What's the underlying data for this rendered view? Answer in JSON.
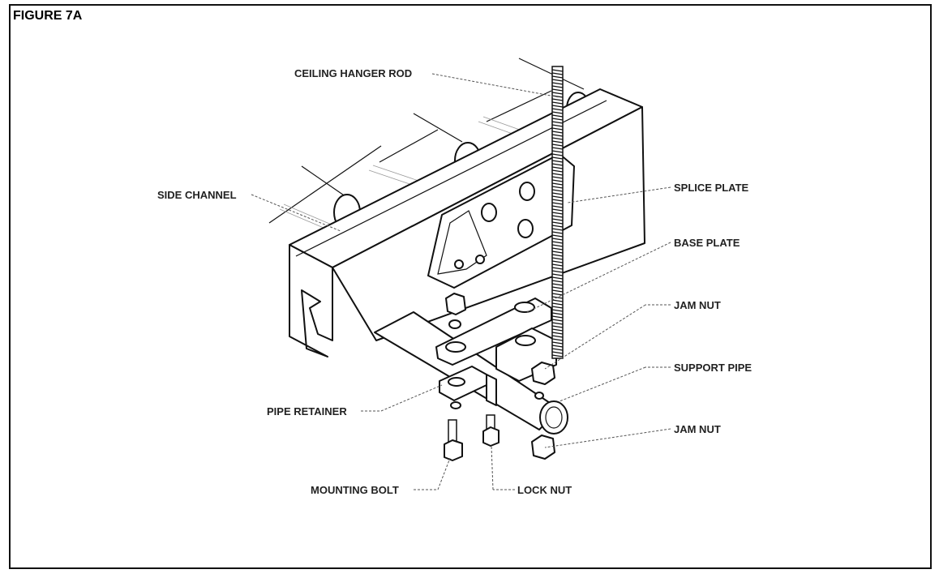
{
  "figure": {
    "title": "FIGURE 7A"
  },
  "labels": {
    "ceiling_hanger_rod": "CEILING HANGER ROD",
    "side_channel": "SIDE CHANNEL",
    "splice_plate": "SPLICE PLATE",
    "base_plate": "BASE PLATE",
    "jam_nut_upper": "JAM NUT",
    "support_pipe": "SUPPORT PIPE",
    "jam_nut_lower": "JAM NUT",
    "pipe_retainer": "PIPE RETAINER",
    "mounting_bolt": "MOUNTING BOLT",
    "lock_nut": "LOCK NUT"
  }
}
